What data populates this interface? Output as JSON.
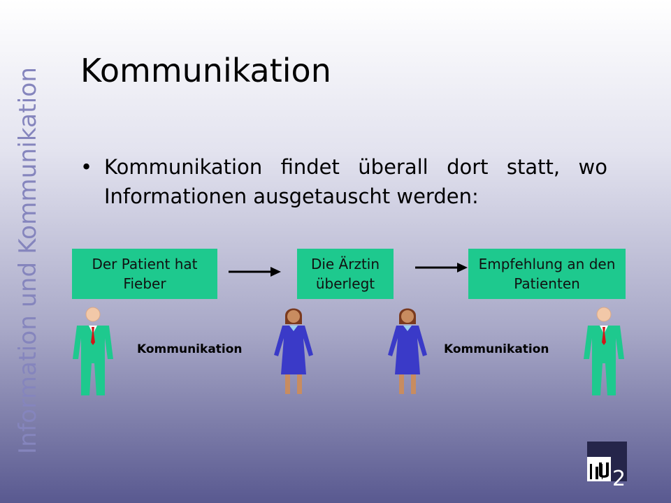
{
  "side_title": "Information und Kommunikation",
  "title": "Kommunikation",
  "bullet": {
    "symbol": "•",
    "text": "Kommunikation findet überall dort statt, wo Informationen ausgetauscht werden:"
  },
  "boxes": [
    {
      "text": "Der Patient hat Fieber"
    },
    {
      "text": "Die Ärztin überlegt"
    },
    {
      "text": "Empfehlung an den Patienten"
    }
  ],
  "labels": {
    "left": "Kommunikation",
    "right": "Kommunikation"
  },
  "page_number": "2",
  "colors": {
    "box": "#1ec98e",
    "male_suit": "#1ec98e",
    "female_dress": "#3a3ac8",
    "side_title": "#8585bd"
  },
  "icons": [
    "arrow-right-icon",
    "male-patient-icon",
    "female-doctor-icon",
    "university-logo-icon"
  ]
}
